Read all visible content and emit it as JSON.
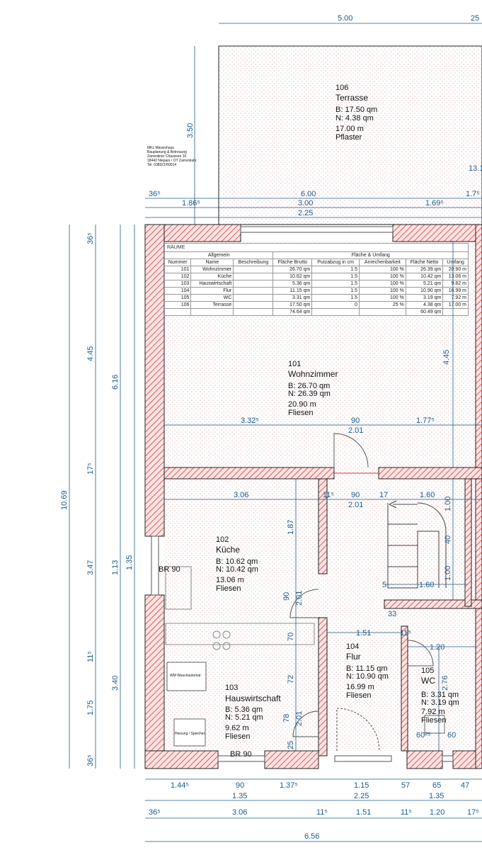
{
  "company": {
    "lines": [
      "MKL Massivhaus",
      "Bauplanung & Betreuung",
      "Zarrentiner Chaussee 10",
      "18442 Niepars / OT Zarrenbuhr",
      "Tel. 038321/60014"
    ]
  },
  "rooms": [
    {
      "num": "106",
      "name": "Terrasse",
      "b": "B:  17.50  qm",
      "n": "N:  4.38  qm",
      "u": "17.00  m",
      "floor": "Pflaster"
    },
    {
      "num": "101",
      "name": "Wohnzimmer",
      "b": "B:  26.70  qm",
      "n": "N:  26.39  qm",
      "u": "20.90  m",
      "floor": "Fliesen"
    },
    {
      "num": "102",
      "name": "Küche",
      "b": "B:  10.62  qm",
      "n": "N:  10.42  qm",
      "u": "13.06  m",
      "floor": "Fliesen"
    },
    {
      "num": "103",
      "name": "Hauswirtschaft",
      "b": "B:  5.36  qm",
      "n": "N:  5.21  qm",
      "u": "9.62  m",
      "floor": "Fliesen"
    },
    {
      "num": "104",
      "name": "Flur",
      "b": "B:  11.15  qm",
      "n": "N:  10.90  qm",
      "u": "16.99  m",
      "floor": "Fliesen"
    },
    {
      "num": "105",
      "name": "WC",
      "b": "B:  3.31  qm",
      "n": "N:  3.19  qm",
      "u": "7.92  m",
      "floor": "Fliesen"
    }
  ],
  "room_table": {
    "title": "RÄUME",
    "group_general": "Allgemein",
    "group_area": "Fläche & Umfang",
    "headers": [
      "Nummer",
      "Name",
      "Beschreibung",
      "Fläche Brutto",
      "Putzabzug in cm",
      "Anrechenbarkeit",
      "Fläche Netto",
      "Umfang"
    ],
    "rows": [
      [
        "101",
        "Wohnzimmer",
        "",
        "26.70  qm",
        "1.5",
        "100  %",
        "26.39  qm",
        "20.90  m"
      ],
      [
        "102",
        "Küche",
        "",
        "10.62  qm",
        "1.5",
        "100  %",
        "10.42  qm",
        "13.06  m"
      ],
      [
        "103",
        "Hauswirtschaft",
        "",
        "5.36  qm",
        "1.5",
        "100  %",
        "5.21  qm",
        "9.82  m"
      ],
      [
        "104",
        "Flur",
        "",
        "11.15  qm",
        "1.5",
        "100  %",
        "10.90  qm",
        "16.99  m"
      ],
      [
        "105",
        "WC",
        "",
        "3.31  qm",
        "1.5",
        "100  %",
        "3.19  qm",
        "7.92  m"
      ],
      [
        "106",
        "Terrasse",
        "",
        "17.50  qm",
        "0",
        "25  %",
        "4.38  qm",
        "17.00  m"
      ]
    ],
    "totals": [
      "",
      "",
      "",
      "74.64  qm",
      "",
      "",
      "60.49  qm",
      ""
    ]
  },
  "labels": {
    "window_br90_left": "BR 90",
    "window_br90_bottom": "BR 90",
    "appliance_wm": "WM Waschautomat",
    "appliance_heating": "Heizung / Speicher"
  },
  "dims": {
    "terrace_width": "5.00",
    "top_right_25": "25",
    "terrace_depth": "3.50",
    "right_13": "13.1",
    "top_365": "36⁵",
    "top_600": "6.00",
    "top_175": "1.7⁵",
    "top_186": "1.86⁵",
    "top_300": "3.00",
    "top_169": "1.69⁵",
    "top_225": "2.25",
    "left_1069": "10.69",
    "left_616": "6.16",
    "left_445": "4.45",
    "left_36a": "36⁵",
    "left_175a": "17⁵",
    "left_347": "3.47",
    "left_113": "1.13",
    "left_135": "1.35",
    "left_115": "11⁵",
    "left_175": "1.75",
    "left_340": "3.40",
    "left_36b": "36⁵",
    "right_445": "4.45",
    "mid_332": "3.32⁵",
    "mid_90": "90",
    "mid_201": "2.01",
    "mid_177": "1.77⁵",
    "mid_306": "3.06",
    "mid_115": "11⁵",
    "mid_90b": "90",
    "mid_17": "17",
    "mid_160": "1.60",
    "mid_201b": "2.01",
    "v_187": "1.87",
    "v_90": "90",
    "v_201": "2.01",
    "v_70": "70",
    "v_72": "72",
    "v_78": "78",
    "v_201c": "2.01",
    "v_25": "25",
    "stair_100a": "1.00",
    "stair_40": "40",
    "stair_100b": "1.00",
    "stair_160": "1.60",
    "stair_33": "33",
    "stair_5": "5",
    "flur_151": "1.51",
    "flur_115": "11⁵",
    "wc_120": "1.20",
    "wc_276": "2.76",
    "wc_60a": "60²⁵",
    "wc_60b": "60",
    "b1_144": "1.44⁵",
    "b1_90": "90",
    "b1_137": "1.37⁵",
    "b1_115": "1.15",
    "b1_57": "57",
    "b1_65": "65",
    "b1_47": "47",
    "b2_135a": "1.35",
    "b2_225": "2.25",
    "b2_135b": "1.35",
    "b3_365": "36⁵",
    "b3_306": "3.06",
    "b3_115a": "11⁵",
    "b3_151": "1.51",
    "b3_115b": "11⁵",
    "b3_120": "1.20",
    "b3_175": "17⁵",
    "total_656": "6.56"
  },
  "colors": {
    "dimension": "#1d5c8c",
    "wall_hatch": "#d63a3a",
    "wall_fill": "#fbe3e3",
    "text": "#111111"
  }
}
